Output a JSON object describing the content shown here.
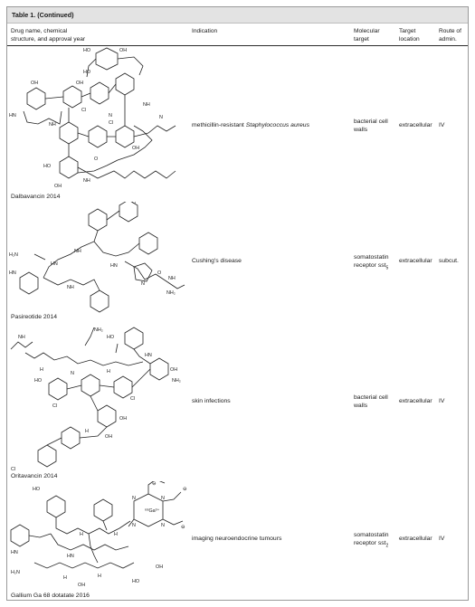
{
  "table": {
    "caption_label": "Table 1.",
    "caption_suffix": "(Continued)",
    "headers": {
      "drug_line1": "Drug name, chemical",
      "drug_line2": "structure, and approval year",
      "indication": "Indication",
      "target_line1": "Molecular",
      "target_line2": "target",
      "location_line1": "Target",
      "location_line2": "location",
      "route_line1": "Route of",
      "route_line2": "admin."
    },
    "rows": [
      {
        "drug": "Dalbavancin 2014",
        "indication_prefix": "methicillin-resistant ",
        "indication_italic": "Staphylococcus aureus",
        "target_line1": "bacterial cell",
        "target_line2": "walls",
        "target_sub": "",
        "location": "extracellular",
        "route": "IV"
      },
      {
        "drug": "Pasireotide 2014",
        "indication_prefix": "Cushing's disease",
        "indication_italic": "",
        "target_line1": "somatostatin",
        "target_line2": "receptor sst",
        "target_sub": "5",
        "location": "extracellular",
        "route": "subcut."
      },
      {
        "drug": "Oritavancin 2014",
        "indication_prefix": "skin infections",
        "indication_italic": "",
        "target_line1": "bacterial cell",
        "target_line2": "walls",
        "target_sub": "",
        "location": "extracellular",
        "route": "IV"
      },
      {
        "drug": "Gallium Ga 68 dotatate 2016",
        "indication_prefix": "imaging neuroendocrine tumours",
        "indication_italic": "",
        "target_line1": "somatostatin",
        "target_line2": "receptor sst",
        "target_sub": "2",
        "location": "extracellular",
        "route": "IV"
      }
    ]
  },
  "structure_labels": {
    "oh": "OH",
    "ho": "HO",
    "nh": "NH",
    "hn": "HN",
    "h": "H",
    "n": "N",
    "o": "O",
    "cl": "Cl",
    "nh2": "NH₂",
    "h2n": "H₂N",
    "ga": "⁶⁸Ga³⁺",
    "ominus": "⊖"
  }
}
